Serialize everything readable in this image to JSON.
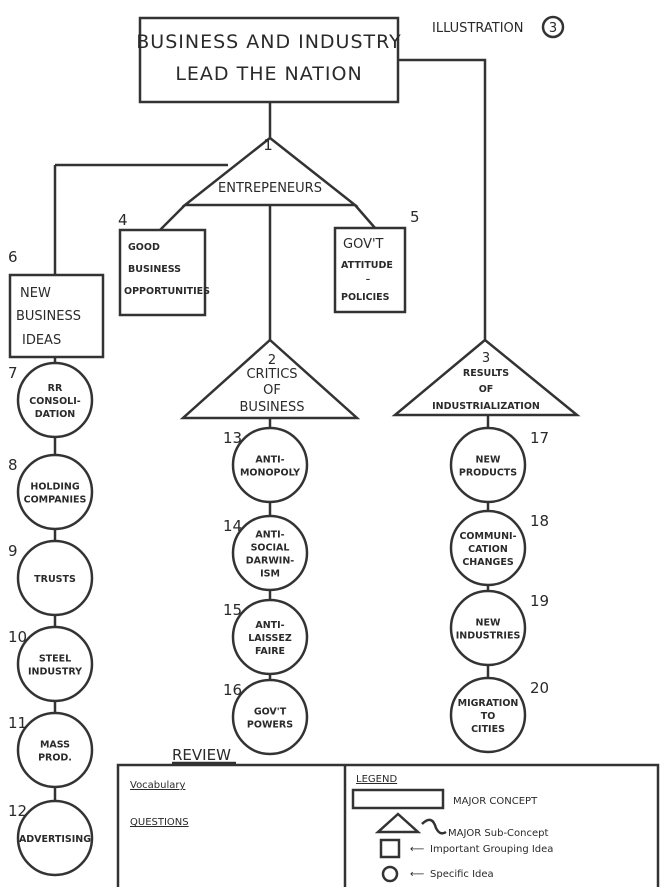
{
  "title": [
    "BUSINESS AND INDUSTRY",
    "LEAD THE NATION"
  ],
  "illustration_label": "ILLUSTRATION",
  "illustration_number": "3",
  "sub_concepts": [
    {
      "number": "1",
      "lines": [
        "ENTREPENEURS"
      ]
    },
    {
      "number": "2",
      "lines": [
        "CRITICS",
        "OF",
        "BUSINESS"
      ]
    },
    {
      "number": "3",
      "lines": [
        "RESULTS",
        "OF",
        "INDUSTRIALIZATION"
      ]
    }
  ],
  "grouping_ideas": [
    {
      "number": "4",
      "lines": [
        "GOOD",
        "BUSINESS",
        "OPPORTUNITIES"
      ]
    },
    {
      "number": "5",
      "lines": [
        "GOV'T",
        "ATTITUDE",
        "-",
        "POLICIES"
      ]
    },
    {
      "number": "6",
      "lines": [
        "NEW",
        "BUSINESS",
        "IDEAS"
      ]
    }
  ],
  "specific_ideas": [
    {
      "number": "7",
      "lines": [
        "RR",
        "CONSOLI-",
        "DATION"
      ]
    },
    {
      "number": "8",
      "lines": [
        "HOLDING",
        "COMPANIES"
      ]
    },
    {
      "number": "9",
      "lines": [
        "TRUSTS"
      ]
    },
    {
      "number": "10",
      "lines": [
        "STEEL",
        "INDUSTRY"
      ]
    },
    {
      "number": "11",
      "lines": [
        "MASS",
        "PROD."
      ]
    },
    {
      "number": "12",
      "lines": [
        "ADVERTISING"
      ]
    },
    {
      "number": "13",
      "lines": [
        "ANTI-",
        "MONOPOLY"
      ]
    },
    {
      "number": "14",
      "lines": [
        "ANTI-",
        "SOCIAL",
        "DARWIN-",
        "ISM"
      ]
    },
    {
      "number": "15",
      "lines": [
        "ANTI-",
        "LAISSEZ",
        "FAIRE"
      ]
    },
    {
      "number": "16",
      "lines": [
        "GOV'T",
        "POWERS"
      ]
    },
    {
      "number": "17",
      "lines": [
        "NEW",
        "PRODUCTS"
      ]
    },
    {
      "number": "18",
      "lines": [
        "COMMUNI-",
        "CATION",
        "CHANGES"
      ]
    },
    {
      "number": "19",
      "lines": [
        "NEW",
        "INDUSTRIES"
      ]
    },
    {
      "number": "20",
      "lines": [
        "MIGRATION",
        "TO",
        "CITIES"
      ]
    }
  ],
  "review": {
    "title": "REVIEW",
    "vocabulary": "Vocabulary",
    "questions": "QUESTIONS"
  },
  "legend": {
    "title": "LEGEND",
    "major_concept": "MAJOR CONCEPT",
    "major_sub_concept": "MAJOR Sub-Concept",
    "grouping_idea": "Important Grouping Idea",
    "specific_idea": "Specific Idea"
  }
}
